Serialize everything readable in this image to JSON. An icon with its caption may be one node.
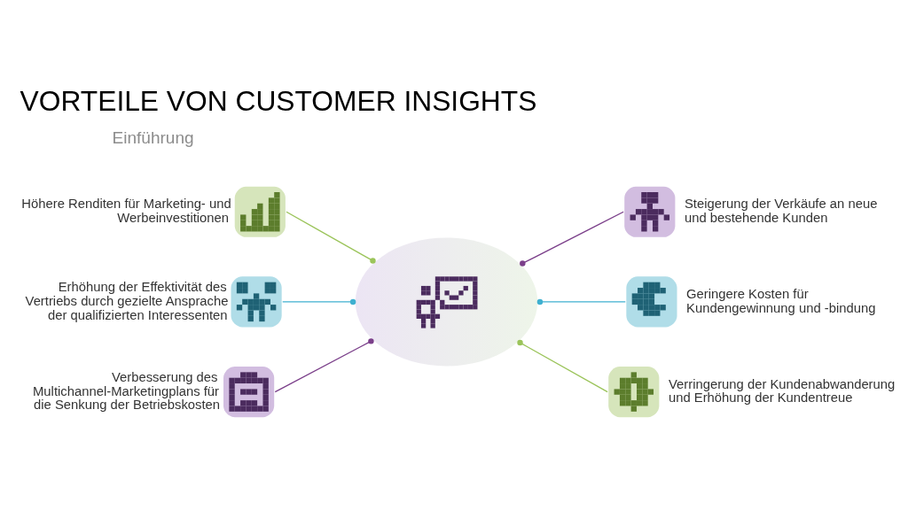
{
  "diagram": {
    "title": "VORTEILE VON CUSTOMER INSIGHTS",
    "nodes": [
      {
        "text": [],
        "shape": "picture",
        "beside": [
          "Höhere Renditen für Marketing- und Werbeinvestitionen"
        ]
      },
      {
        "text": [],
        "shape": "picture",
        "beside": [
          "Steigerung der Verkäufe an neue und bestehende Kunden"
        ]
      },
      {
        "text": [],
        "shape": "picture",
        "beside": [
          "Erhöhung der Effektivität des Vertriebs durch gezielte Ansprache der qualifizierten Interessenten"
        ]
      },
      {
        "text": [],
        "shape": "picture",
        "beside": [
          "Geringere Kosten für Kundengewinnung und -bindung"
        ]
      },
      {
        "text": [],
        "shape": "picture"
      },
      {
        "text": [],
        "shape": "picture",
        "beside": [
          "Verbesserung des Multichannel-Marketingplans für die Senkung der Betriebskosten"
        ]
      },
      {
        "text": [],
        "shape": "picture",
        "beside": [
          "Verringerung der Kundenabwanderung und Erhöhung der Kundentreue"
        ]
      }
    ],
    "edges": [
      {
        "from": 0,
        "to": 4,
        "arrow": "other",
        "color": "#9bc45a"
      },
      {
        "from": 4,
        "to": 1,
        "arrow": "other",
        "color": "#7b3f8a"
      },
      {
        "from": 2,
        "to": 4,
        "arrow": "other",
        "color": "#3fb0d0"
      },
      {
        "from": 4,
        "to": 3,
        "arrow": "other",
        "color": "#3fb0d0"
      },
      {
        "from": 5,
        "to": 4,
        "arrow": "other",
        "color": "#7b3f8a"
      },
      {
        "from": 4,
        "to": 6,
        "arrow": "other",
        "color": "#9bc45a"
      }
    ],
    "labels": [
      "Einführung"
    ]
  }
}
